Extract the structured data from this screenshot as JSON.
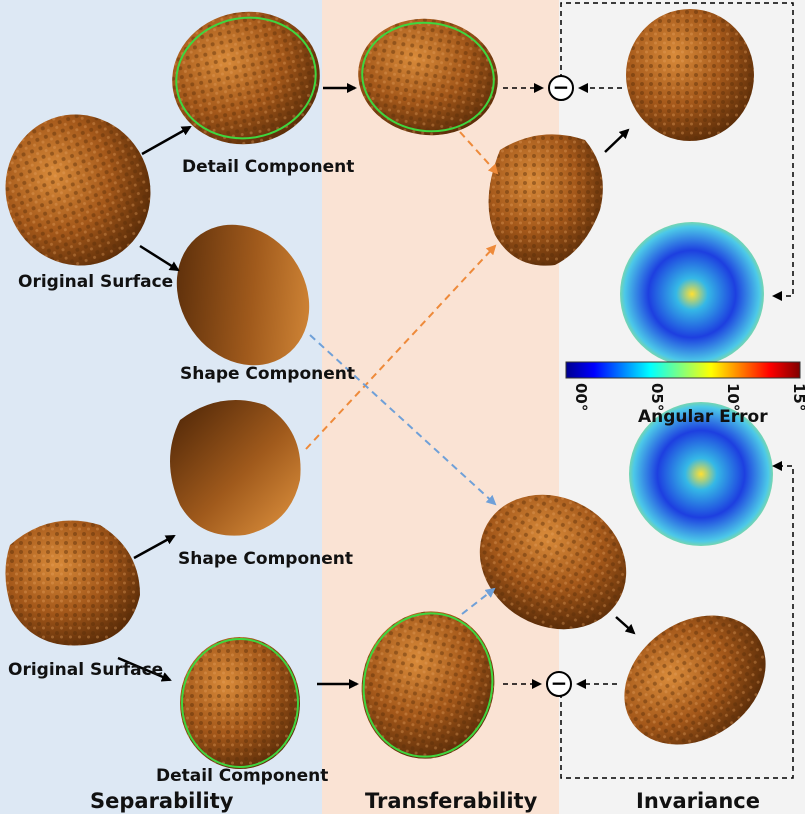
{
  "panels": {
    "separability": "Separability",
    "transferability": "Transferability",
    "invariance": "Invariance"
  },
  "labels": {
    "detail_component_top": "Detail Component",
    "original_surface_top": "Original Surface",
    "shape_component_top": "Shape Component",
    "shape_component_bottom": "Shape Component",
    "original_surface_bottom": "Original Surface",
    "detail_component_bottom": "Detail Component"
  },
  "colorbar": {
    "title": "Angular Error",
    "ticks": [
      "00°",
      "05°",
      "10°",
      "15°"
    ]
  },
  "operators": {
    "minus_top": "−",
    "minus_bottom": "−"
  },
  "colors": {
    "separability_bg": "#dde8f4",
    "transferability_bg": "#fae3d4",
    "invariance_bg": "#f3f3f3",
    "surface_brown": "#a4581a",
    "contour_green": "#3fd63f",
    "arrow_orange": "#ee8a3a",
    "arrow_blue": "#6fa0d8"
  }
}
